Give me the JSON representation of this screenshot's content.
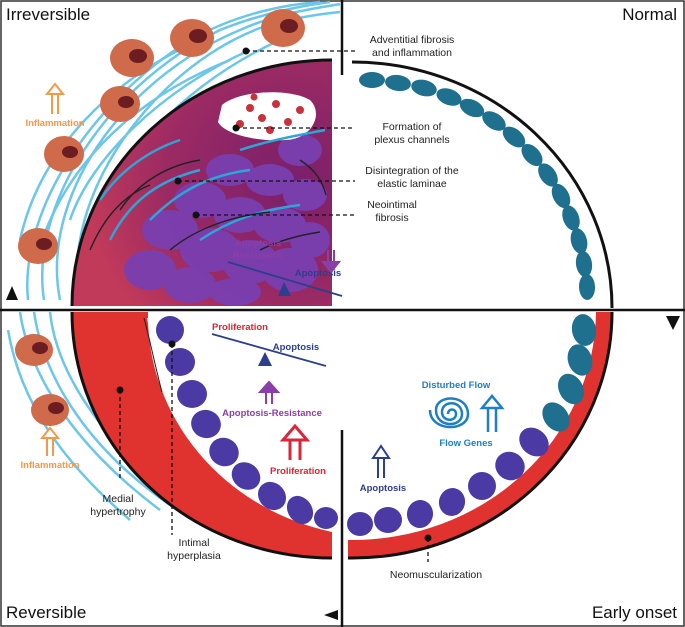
{
  "quadrants": {
    "top_left": "Irreversible",
    "top_right": "Normal",
    "bottom_left": "Reversible",
    "bottom_right": "Early onset"
  },
  "callouts": {
    "adventitial_1": "Adventitial fibrosis",
    "adventitial_2": "and inflammation",
    "plexus_1": "Formation of",
    "plexus_2": "plexus channels",
    "laminae_1": "Disintegration of the",
    "laminae_2": "elastic laminae",
    "neointimal_1": "Neointimal",
    "neointimal_2": "fibrosis",
    "medial_1": "Medial",
    "medial_2": "hypertrophy",
    "intimal_1": "Intimal",
    "intimal_2": "hyperplasia",
    "neomusc": "Neomuscularization"
  },
  "labels": {
    "inflammation_top": "Inflammation",
    "inflammation_bottom": "Inflammation",
    "apoptosis_resistance_1": "Apoptosis",
    "apoptosis_resistance_2": "Resistance",
    "apoptosis_top": "Apoptosis",
    "proliferation_balance": "Proliferation",
    "apoptosis_balance": "Apoptosis",
    "apoptosis_resistance_mid": "Apoptosis-Resistance",
    "proliferation_arrow": "Proliferation",
    "disturbed_flow": "Disturbed Flow",
    "flow_genes": "Flow Genes",
    "apoptosis_bottom": "Apoptosis"
  },
  "colors": {
    "inflammation": "#f39a4a",
    "apoptosis_purple": "#8a3fa8",
    "apoptosis_navy": "#2b3f8c",
    "proliferation_red": "#d9263a",
    "flow_blue": "#1f7fc2",
    "media_red": "#e0322e",
    "normal_teal": "#1f6f8f",
    "adventitia_blue": "#5cc0e8",
    "cell_orange": "#cf6a4a"
  }
}
